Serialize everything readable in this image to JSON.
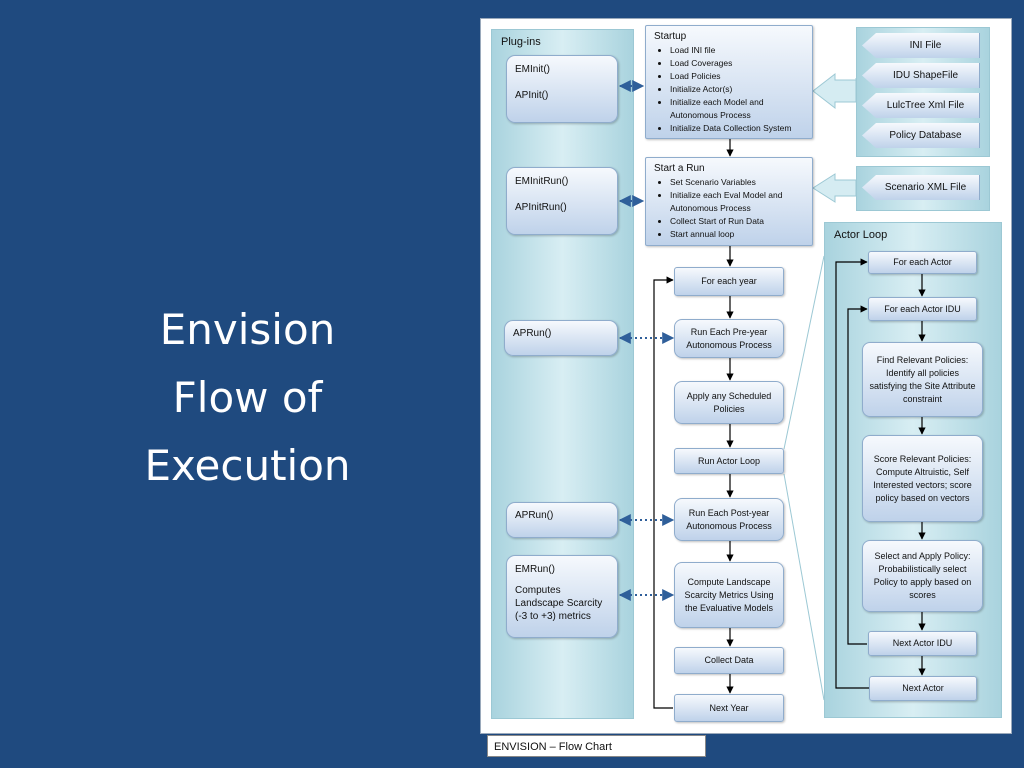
{
  "slide_title": {
    "line1": "Envision",
    "line2": "Flow of",
    "line3": "Execution"
  },
  "caption": "ENVISION – Flow Chart",
  "plugins": {
    "title": "Plug-ins",
    "boxes": [
      {
        "lines": [
          "EMInit()",
          "APInit()"
        ]
      },
      {
        "lines": [
          "EMInitRun()",
          "APInitRun()"
        ]
      },
      {
        "lines": [
          "APRun()"
        ]
      },
      {
        "lines": [
          "APRun()"
        ]
      },
      {
        "lines": [
          "EMRun()",
          "Computes",
          "Landscape Scarcity",
          "(-3 to +3) metrics"
        ]
      }
    ]
  },
  "inputs": {
    "startup": [
      "INI File",
      "IDU ShapeFile",
      "LulcTree Xml File",
      "Policy Database"
    ],
    "run": [
      "Scenario XML File"
    ]
  },
  "startup": {
    "title": "Startup",
    "items": [
      "Load INI file",
      "Load Coverages",
      "Load Policies",
      "Initialize Actor(s)",
      "Initialize each Model and Autonomous Process",
      "Initialize Data Collection System"
    ]
  },
  "start_run": {
    "title": "Start a Run",
    "items": [
      "Set Scenario Variables",
      "Initialize each Eval Model and Autonomous Process",
      "Collect Start of Run Data",
      "Start annual loop"
    ]
  },
  "main_flow": [
    "For each year",
    "Run Each Pre-year Autonomous Process",
    "Apply any Scheduled Policies",
    "Run Actor Loop",
    "Run Each Post-year Autonomous Process",
    "Compute Landscape Scarcity Metrics Using the Evaluative Models",
    "Collect Data",
    "Next Year"
  ],
  "actor_loop": {
    "title": "Actor Loop",
    "steps": [
      "For each Actor",
      "For each Actor IDU",
      "Find Relevant Policies: Identify all policies satisfying the Site Attribute constraint",
      "Score Relevant Policies: Compute Altruistic, Self Interested vectors; score policy based on vectors",
      "Select and Apply Policy: Probabilistically select Policy to apply based on scores",
      "Next Actor IDU",
      "Next Actor"
    ]
  },
  "colors": {
    "background": "#1f4a7f",
    "region": "#a9d3de",
    "box_fill": "#bfd2ea",
    "connector_dotted": "#2f5f9a"
  }
}
